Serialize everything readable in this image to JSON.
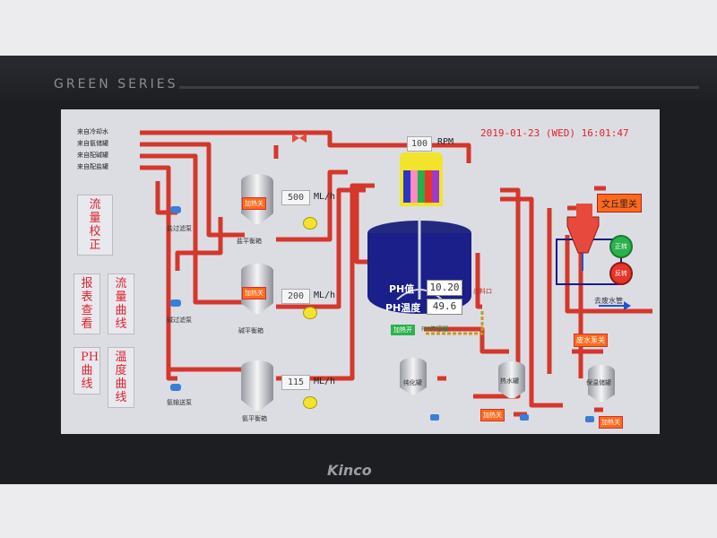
{
  "bezel": {
    "series": "GREEN SERIES",
    "brand": "Kinco"
  },
  "datetime": "2019-01-23 (WED) 16:01:47",
  "mixer": {
    "rpm_value": "100",
    "rpm_unit": "RPM"
  },
  "sources": [
    "来自冷却水",
    "来自氨储罐",
    "来自配碱罐",
    "来自配盐罐"
  ],
  "menu": {
    "flow_calibration": "流量校正",
    "report_view": "报表查看",
    "flow_curve": "流量曲线",
    "ph_curve": "PH曲线",
    "temp_curve": "温度曲线"
  },
  "dosing": [
    {
      "tank_label": "盐平衡箱",
      "heater": "加热关",
      "value": "500",
      "unit": "ML/h",
      "pump_label": "盐过滤泵"
    },
    {
      "tank_label": "碱平衡箱",
      "heater": "加热关",
      "value": "200",
      "unit": "ML/h",
      "pump_label": "碱过滤泵"
    },
    {
      "tank_label": "氨平衡箱",
      "heater": "",
      "value": "115",
      "unit": "ML/h",
      "pump_label": "氨输送泵"
    }
  ],
  "reactor": {
    "ph_label": "PH值",
    "ph_value": "10.20",
    "temp_label": "PH温度",
    "temp_value": "49.6",
    "heater_on": "加热开",
    "ph_status": "PH传感器",
    "discharge": "出料口"
  },
  "venturi": {
    "label": "文丘里关",
    "forward": "正转",
    "reverse": "反转",
    "waste": "去废水管",
    "pump": "废水泵关"
  },
  "bottom_tanks": [
    {
      "label": "纯化罐",
      "heater": ""
    },
    {
      "label": "热水罐",
      "heater": "加热关"
    },
    {
      "label": "保温储罐",
      "heater": "加热关"
    }
  ],
  "colors": {
    "pipe": "#d4372b",
    "pipe_light": "#f0a49c",
    "accent": "#ff6a1a",
    "text_red": "#e0232e",
    "green_btn": "#2bb24c",
    "reactor": "#1a1f8a"
  }
}
